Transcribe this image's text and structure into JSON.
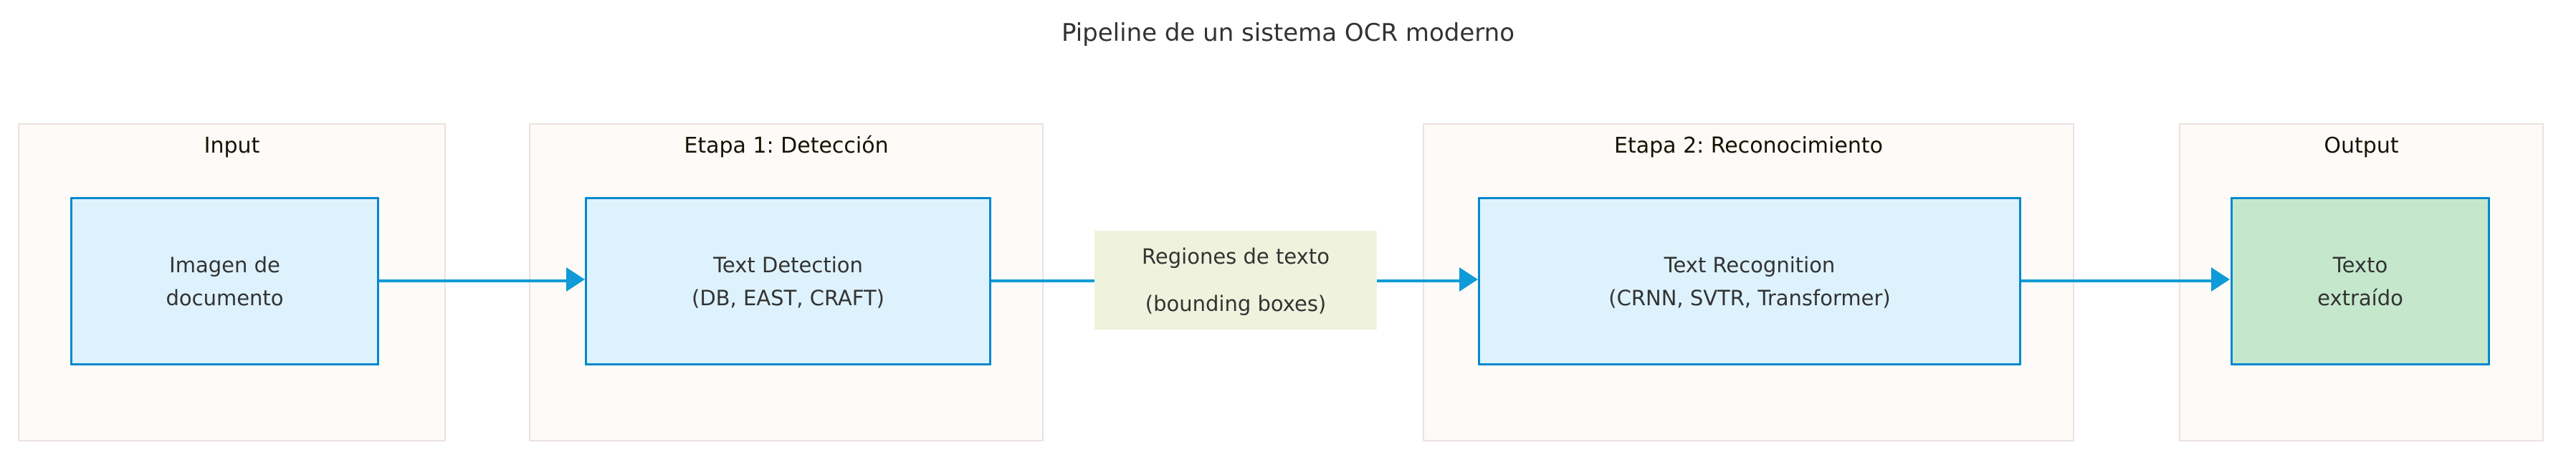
{
  "diagram": {
    "title": "Pipeline de un sistema OCR moderno",
    "colors": {
      "background": "#ffffff",
      "title_text": "#333333",
      "cluster_fill": "#fdfaf7",
      "cluster_border": "#ece1e1",
      "cluster_label_text": "#131300",
      "node_blue_fill": "#ddf2fd",
      "node_green_fill": "#c5e8cd",
      "node_border": "#0288ce",
      "node_text": "#333333",
      "edge_line": "#0f9bd7",
      "edge_label_fill": "#eff3dd",
      "edge_label_text": "#333333"
    },
    "clusters": [
      {
        "id": "input",
        "label": "Input",
        "node": {
          "id": "imagen-documento",
          "style": "blue",
          "lines": [
            "Imagen de",
            "documento"
          ]
        }
      },
      {
        "id": "etapa-1",
        "label": "Etapa 1: Detección",
        "node": {
          "id": "text-detection",
          "style": "blue",
          "lines": [
            "Text Detection",
            "(DB, EAST, CRAFT)"
          ]
        }
      },
      {
        "id": "etapa-2",
        "label": "Etapa 2: Reconocimiento",
        "node": {
          "id": "text-recognition",
          "style": "blue",
          "lines": [
            "Text Recognition",
            "(CRNN, SVTR, Transformer)"
          ]
        }
      },
      {
        "id": "output",
        "label": "Output",
        "node": {
          "id": "texto-extraido",
          "style": "green",
          "lines": [
            "Texto",
            "extraído"
          ]
        }
      }
    ],
    "edges": [
      {
        "id": "edge-input-to-detection",
        "from": "imagen-documento",
        "to": "text-detection",
        "label": null
      },
      {
        "id": "edge-detection-to-recognition",
        "from": "text-detection",
        "to": "text-recognition",
        "label_lines": [
          "Regiones de texto",
          "(bounding boxes)"
        ]
      },
      {
        "id": "edge-recognition-to-output",
        "from": "text-recognition",
        "to": "texto-extraido",
        "label": null
      }
    ]
  }
}
